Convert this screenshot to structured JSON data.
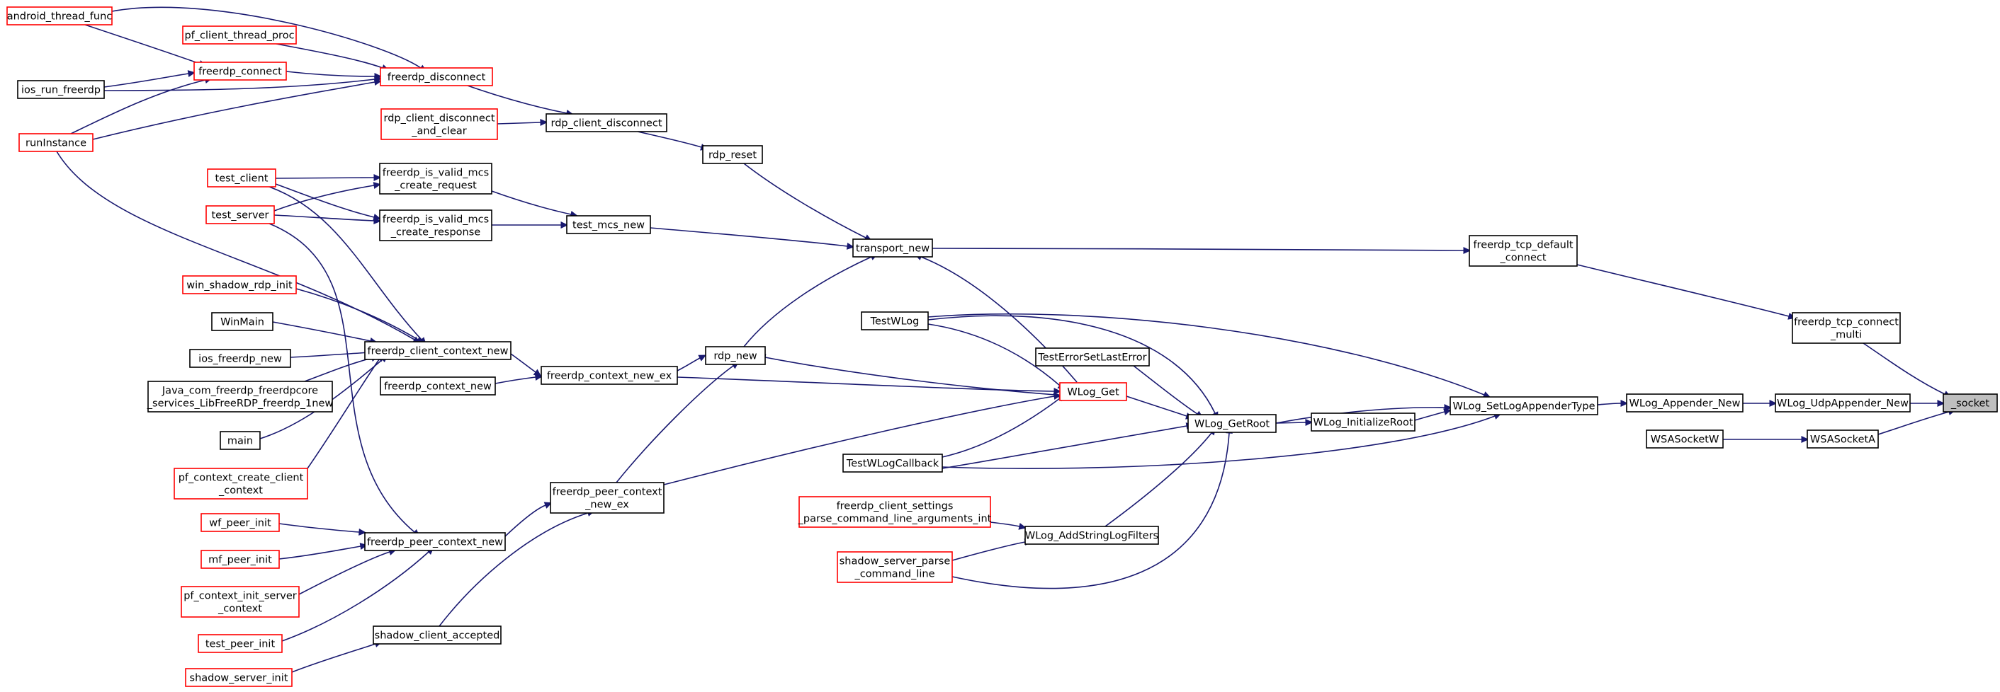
{
  "colors": {
    "edge": "#191970",
    "normal_border": "#000000",
    "truncated_border": "#ff0000",
    "highlight_fill": "#bfbfbf"
  },
  "nodes": [
    {
      "id": "n_socket",
      "lines": [
        "_socket"
      ],
      "style": "target"
    },
    {
      "id": "n_udp",
      "lines": [
        "WLog_UdpAppender_New"
      ],
      "style": "normal"
    },
    {
      "id": "n_tcpmulti",
      "lines": [
        "freerdp_tcp_connect",
        "_multi"
      ],
      "style": "normal"
    },
    {
      "id": "n_wsaa",
      "lines": [
        "WSASocketA"
      ],
      "style": "normal"
    },
    {
      "id": "n_appnew",
      "lines": [
        "WLog_Appender_New"
      ],
      "style": "normal"
    },
    {
      "id": "n_tcpdef",
      "lines": [
        "freerdp_tcp_default",
        "_connect"
      ],
      "style": "normal"
    },
    {
      "id": "n_wsaw",
      "lines": [
        "WSASocketW"
      ],
      "style": "normal"
    },
    {
      "id": "n_setapp",
      "lines": [
        "WLog_SetLogAppenderType"
      ],
      "style": "normal"
    },
    {
      "id": "n_transport",
      "lines": [
        "transport_new"
      ],
      "style": "normal"
    },
    {
      "id": "n_initroot",
      "lines": [
        "WLog_InitializeRoot"
      ],
      "style": "normal"
    },
    {
      "id": "n_getroot",
      "lines": [
        "WLog_GetRoot"
      ],
      "style": "normal"
    },
    {
      "id": "n_rdpreset",
      "lines": [
        "rdp_reset"
      ],
      "style": "normal"
    },
    {
      "id": "n_mcsnew",
      "lines": [
        "test_mcs_new"
      ],
      "style": "normal"
    },
    {
      "id": "n_rdpnew",
      "lines": [
        "rdp_new"
      ],
      "style": "normal"
    },
    {
      "id": "n_wlogget",
      "lines": [
        "WLog_Get"
      ],
      "style": "truncated"
    },
    {
      "id": "n_testwlog",
      "lines": [
        "TestWLog"
      ],
      "style": "normal"
    },
    {
      "id": "n_testerr",
      "lines": [
        "TestErrorSetLastError"
      ],
      "style": "normal"
    },
    {
      "id": "n_testcb",
      "lines": [
        "TestWLogCallback"
      ],
      "style": "normal"
    },
    {
      "id": "n_addfilters",
      "lines": [
        "WLog_AddStringLogFilters"
      ],
      "style": "normal"
    },
    {
      "id": "n_settings",
      "lines": [
        "freerdp_client_settings",
        "_parse_command_line_arguments_int"
      ],
      "style": "truncated"
    },
    {
      "id": "n_shadowparse",
      "lines": [
        "shadow_server_parse",
        "_command_line"
      ],
      "style": "truncated"
    },
    {
      "id": "n_rdpclientdisc",
      "lines": [
        "rdp_client_disconnect"
      ],
      "style": "normal"
    },
    {
      "id": "n_ctxnewex",
      "lines": [
        "freerdp_context_new_ex"
      ],
      "style": "normal"
    },
    {
      "id": "n_peerctxnewex",
      "lines": [
        "freerdp_peer_context",
        "_new_ex"
      ],
      "style": "normal"
    },
    {
      "id": "n_disconnect",
      "lines": [
        "freerdp_disconnect"
      ],
      "style": "truncated"
    },
    {
      "id": "n_discclear",
      "lines": [
        "rdp_client_disconnect",
        "_and_clear"
      ],
      "style": "truncated"
    },
    {
      "id": "n_validreq",
      "lines": [
        "freerdp_is_valid_mcs",
        "_create_request"
      ],
      "style": "normal"
    },
    {
      "id": "n_validresp",
      "lines": [
        "freerdp_is_valid_mcs",
        "_create_response"
      ],
      "style": "normal"
    },
    {
      "id": "n_clientctxnew",
      "lines": [
        "freerdp_client_context_new"
      ],
      "style": "normal"
    },
    {
      "id": "n_ctxnew",
      "lines": [
        "freerdp_context_new"
      ],
      "style": "normal"
    },
    {
      "id": "n_peerctxnew",
      "lines": [
        "freerdp_peer_context_new"
      ],
      "style": "normal"
    },
    {
      "id": "n_shadowaccepted",
      "lines": [
        "shadow_client_accepted"
      ],
      "style": "normal"
    },
    {
      "id": "n_android",
      "lines": [
        "android_thread_func"
      ],
      "style": "truncated"
    },
    {
      "id": "n_pfthread",
      "lines": [
        "pf_client_thread_proc"
      ],
      "style": "truncated"
    },
    {
      "id": "n_connect",
      "lines": [
        "freerdp_connect"
      ],
      "style": "truncated"
    },
    {
      "id": "n_iosrun",
      "lines": [
        "ios_run_freerdp"
      ],
      "style": "normal"
    },
    {
      "id": "n_runinstance",
      "lines": [
        "runInstance"
      ],
      "style": "truncated"
    },
    {
      "id": "n_testclient",
      "lines": [
        "test_client"
      ],
      "style": "truncated"
    },
    {
      "id": "n_testserver",
      "lines": [
        "test_server"
      ],
      "style": "truncated"
    },
    {
      "id": "n_winshadow",
      "lines": [
        "win_shadow_rdp_init"
      ],
      "style": "truncated"
    },
    {
      "id": "n_winmain",
      "lines": [
        "WinMain"
      ],
      "style": "normal"
    },
    {
      "id": "n_iosnew",
      "lines": [
        "ios_freerdp_new"
      ],
      "style": "normal"
    },
    {
      "id": "n_java",
      "lines": [
        "Java_com_freerdp_freerdpcore",
        "_services_LibFreeRDP_freerdp_1new"
      ],
      "style": "normal"
    },
    {
      "id": "n_main",
      "lines": [
        "main"
      ],
      "style": "normal"
    },
    {
      "id": "n_pfclientctx",
      "lines": [
        "pf_context_create_client",
        "_context"
      ],
      "style": "truncated"
    },
    {
      "id": "n_wfpeer",
      "lines": [
        "wf_peer_init"
      ],
      "style": "truncated"
    },
    {
      "id": "n_mfpeer",
      "lines": [
        "mf_peer_init"
      ],
      "style": "truncated"
    },
    {
      "id": "n_pfserverctx",
      "lines": [
        "pf_context_init_server",
        "_context"
      ],
      "style": "truncated"
    },
    {
      "id": "n_testpeer",
      "lines": [
        "test_peer_init"
      ],
      "style": "truncated"
    },
    {
      "id": "n_shadowinit",
      "lines": [
        "shadow_server_init"
      ],
      "style": "truncated"
    }
  ]
}
